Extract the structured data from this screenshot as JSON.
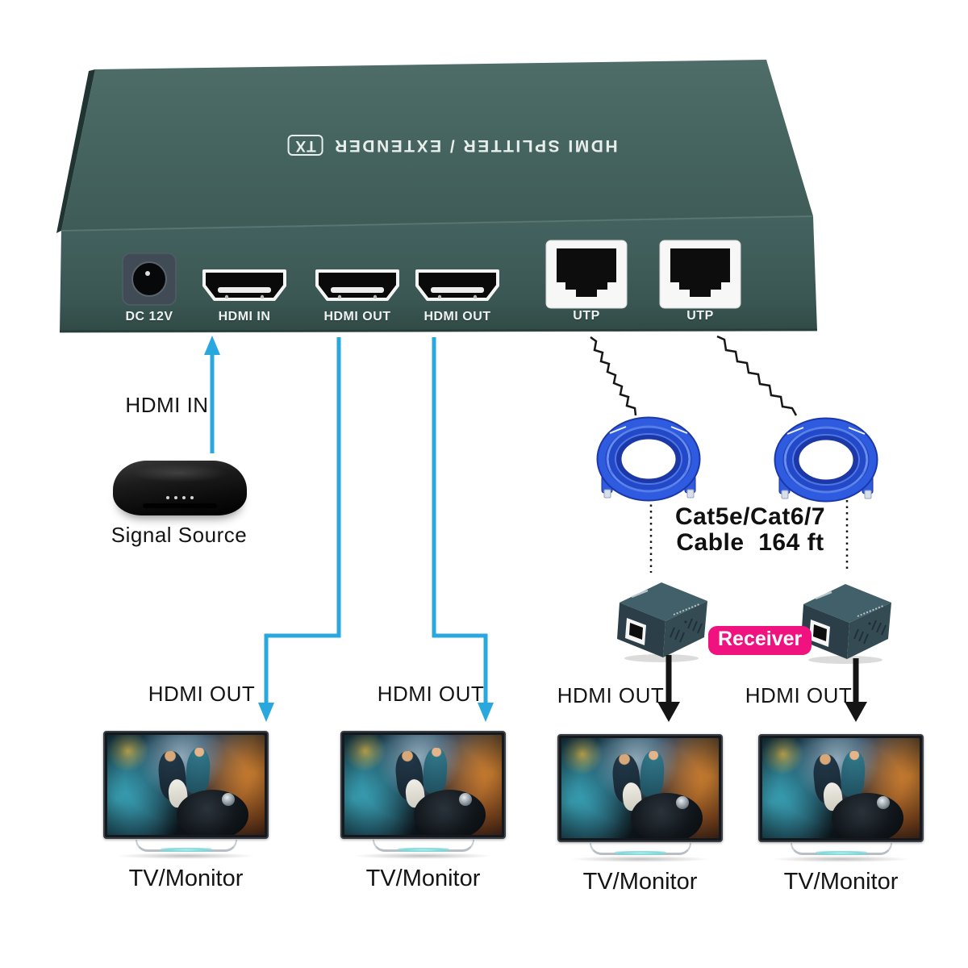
{
  "device": {
    "top_label": "HDMI SPLITTER / EXTENDER",
    "tx_tag": "TX",
    "ports": [
      {
        "label": "DC 12V"
      },
      {
        "label": "HDMI IN"
      },
      {
        "label": "HDMI OUT"
      },
      {
        "label": "HDMI OUT"
      },
      {
        "label": "UTP"
      },
      {
        "label": "UTP"
      }
    ]
  },
  "source": {
    "arrow_label": "HDMI IN",
    "label": "Signal Source"
  },
  "cable": {
    "line1": "Cat5e/Cat6/7",
    "line2": "Cable  164 ft"
  },
  "receiver": {
    "badge_label": "Receiver"
  },
  "outputs": [
    {
      "label": "HDMI OUT"
    },
    {
      "label": "HDMI OUT"
    },
    {
      "label": "HDMI OUT"
    },
    {
      "label": "HDMI OUT"
    }
  ],
  "monitors": [
    {
      "label": "TV/Monitor"
    },
    {
      "label": "TV/Monitor"
    },
    {
      "label": "TV/Monitor"
    },
    {
      "label": "TV/Monitor"
    }
  ],
  "colors": {
    "arrow_blue": "#29A8E0",
    "badge_pink": "#F0127F",
    "cable_blue": "#2E5BE0",
    "device_teal": "#3F5D59"
  }
}
